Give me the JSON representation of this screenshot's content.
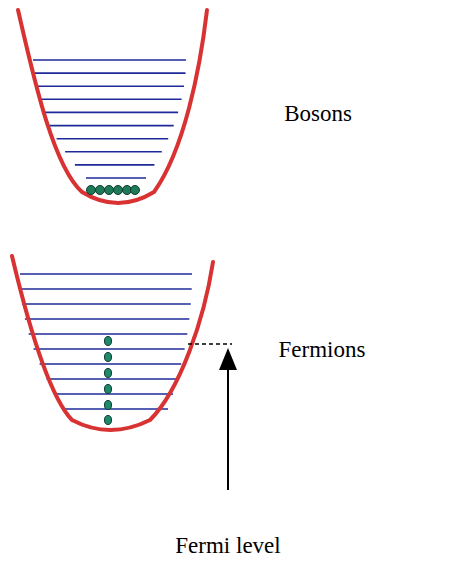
{
  "diagram": {
    "labels": [
      "Bosons",
      "Fermions",
      "Fermi level"
    ]
  }
}
